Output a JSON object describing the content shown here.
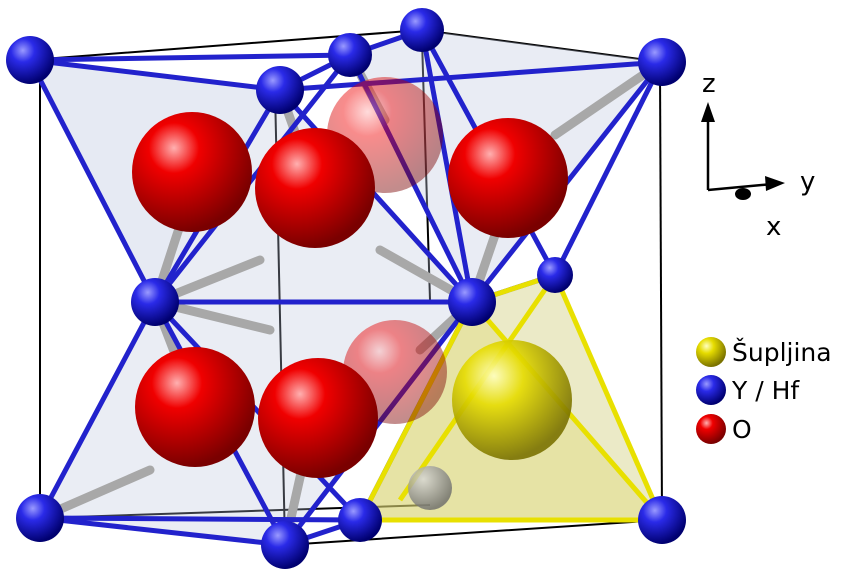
{
  "axes": {
    "z": "z",
    "y": "y",
    "x": "x"
  },
  "legend": [
    {
      "label": "Šupljina",
      "color": "#f2e200"
    },
    {
      "label": "Y / Hf",
      "color": "#1010d0"
    },
    {
      "label": "O",
      "color": "#e00000"
    }
  ],
  "colors": {
    "cation": "#1010d0",
    "oxygen": "#e00000",
    "vacancy": "#f2e200",
    "bond": "#a8a8a8",
    "cell_edge": "#000000",
    "polyhedron_edge": "#2222cc",
    "vacancy_edge": "#e8e000"
  }
}
